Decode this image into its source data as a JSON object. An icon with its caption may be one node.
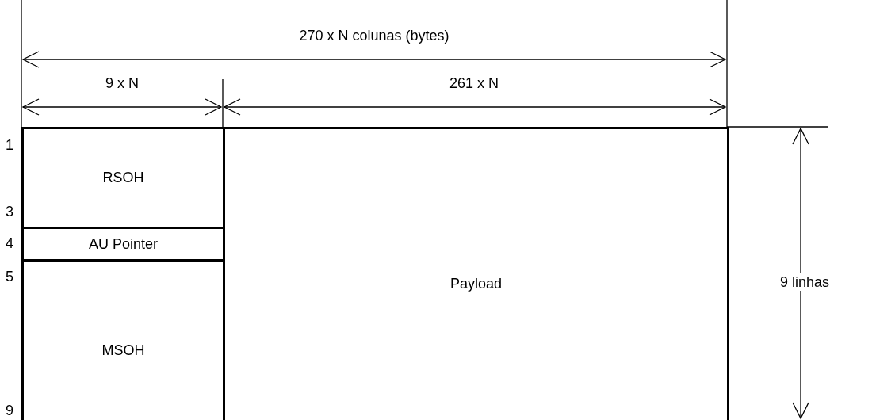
{
  "diagram": {
    "nodes": [
      {
        "text": [
          "RSOH"
        ]
      },
      {
        "text": [
          "AU Pointer"
        ]
      },
      {
        "text": [
          "MSOH"
        ]
      },
      {
        "text": [
          "Payload"
        ]
      }
    ],
    "edges": [],
    "labels": [
      "270 x N colunas (bytes)",
      "9 x N",
      "261 x N",
      "1",
      "3",
      "4",
      "5",
      "9",
      "9 linhas"
    ]
  }
}
